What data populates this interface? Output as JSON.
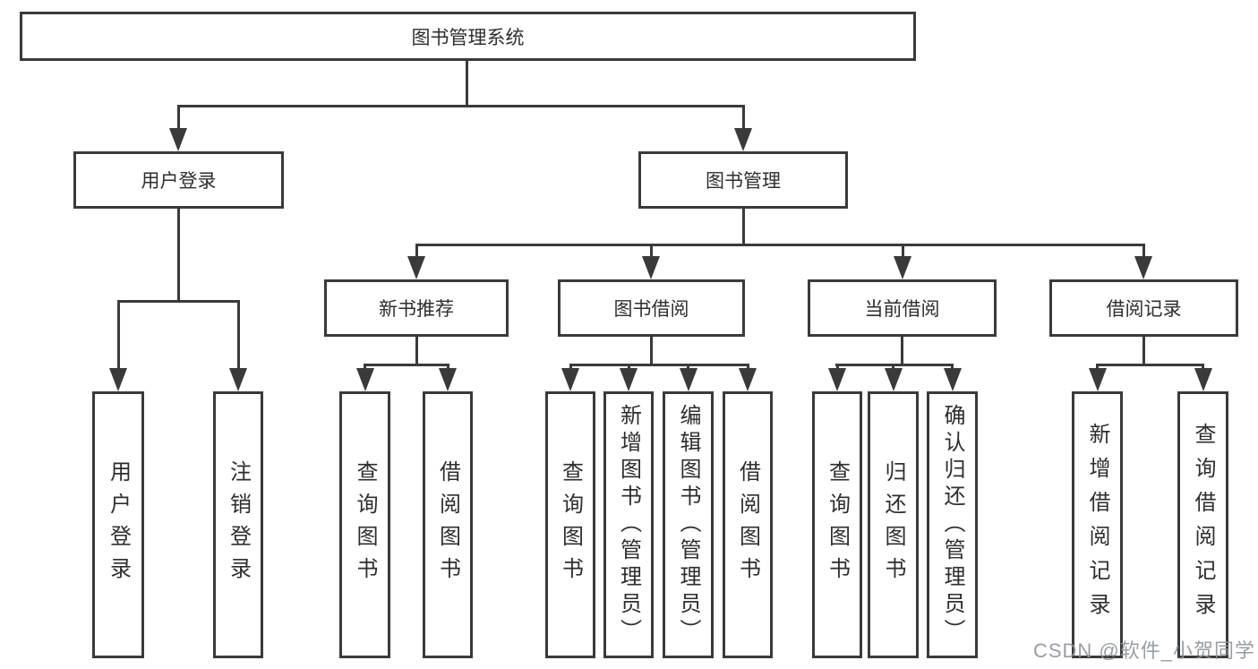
{
  "diagram": {
    "root": {
      "label": "图书管理系统"
    },
    "user_login": {
      "label": "用户登录",
      "children": [
        {
          "label": "用户登录"
        },
        {
          "label": "注销登录"
        }
      ]
    },
    "book_mgmt": {
      "label": "图书管理",
      "children": [
        {
          "label": "新书推荐",
          "children": [
            {
              "label": "查询图书"
            },
            {
              "label": "借阅图书"
            }
          ]
        },
        {
          "label": "图书借阅",
          "children": [
            {
              "label": "查询图书"
            },
            {
              "label": "新增图书（管理员）"
            },
            {
              "label": "编辑图书（管理员）"
            },
            {
              "label": "借阅图书"
            }
          ]
        },
        {
          "label": "当前借阅",
          "children": [
            {
              "label": "查询图书"
            },
            {
              "label": "归还图书"
            },
            {
              "label": "确认归还（管理员）"
            }
          ]
        },
        {
          "label": "借阅记录",
          "children": [
            {
              "label": "新增借阅记录"
            },
            {
              "label": "查询借阅记录"
            }
          ]
        }
      ]
    }
  },
  "watermark": {
    "text": "CSDN @软件_小贺同学"
  },
  "colors": {
    "line": "#3a3a3a",
    "text": "#2e2e2e",
    "watermark": "#8f9399",
    "background": "#ffffff"
  }
}
